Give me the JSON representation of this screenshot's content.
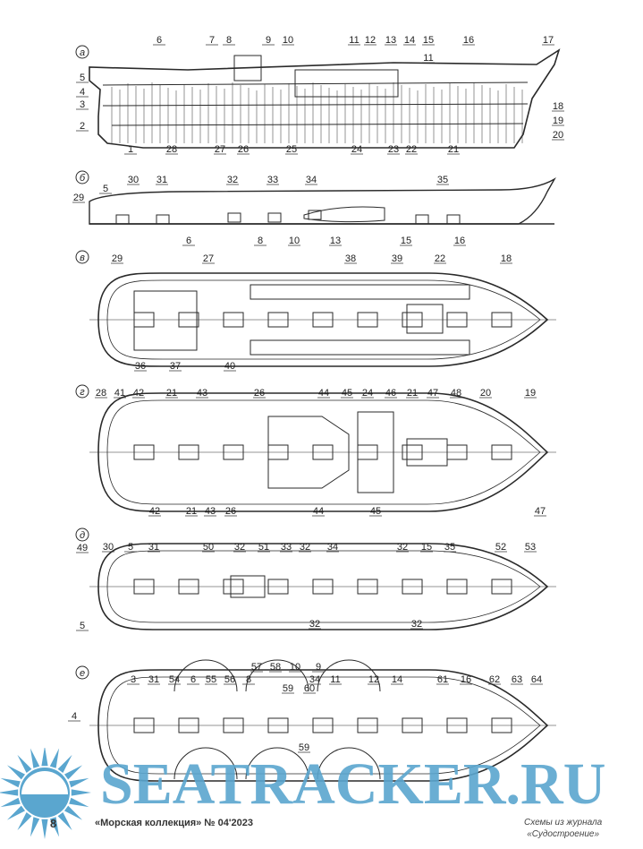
{
  "drawings": [
    {
      "letter": "а",
      "labels": [
        "6",
        "7",
        "8",
        "9",
        "10",
        "11",
        "12",
        "13",
        "14",
        "15",
        "16",
        "17",
        "5",
        "4",
        "3",
        "2",
        "18",
        "19",
        "20",
        "1",
        "28",
        "27",
        "26",
        "25",
        "24",
        "23",
        "22",
        "21",
        "11"
      ]
    },
    {
      "letter": "б",
      "labels": [
        "30",
        "31",
        "32",
        "33",
        "34",
        "35",
        "29",
        "5",
        "6",
        "8",
        "10",
        "13",
        "15",
        "16"
      ]
    },
    {
      "letter": "в",
      "labels": [
        "29",
        "27",
        "38",
        "39",
        "22",
        "18",
        "36",
        "37",
        "40"
      ]
    },
    {
      "letter": "г",
      "labels": [
        "28",
        "41",
        "42",
        "21",
        "43",
        "26",
        "44",
        "45",
        "24",
        "46",
        "21",
        "47",
        "48",
        "20",
        "19",
        "42",
        "21",
        "43",
        "26",
        "44",
        "45",
        "47"
      ]
    },
    {
      "letter": "д",
      "labels": [
        "49",
        "30",
        "5",
        "31",
        "50",
        "32",
        "51",
        "33",
        "32",
        "34",
        "32",
        "15",
        "35",
        "52",
        "53",
        "5",
        "32",
        "32"
      ]
    },
    {
      "letter": "е",
      "labels": [
        "3",
        "31",
        "54",
        "6",
        "55",
        "56",
        "8",
        "57",
        "58",
        "10",
        "34",
        "59",
        "60",
        "9",
        "11",
        "12",
        "14",
        "61",
        "16",
        "62",
        "63",
        "64",
        "4",
        "59"
      ]
    }
  ],
  "footer": {
    "page_number": "8",
    "magazine": "«Морская коллекция» № 04'2023",
    "credit_line1": "Схемы из журнала",
    "credit_line2": "«Судостроение»",
    "watermark": "SEATRACKER.RU"
  },
  "colors": {
    "ink": "#2a2a2a",
    "watermark": "#5aa6cf"
  }
}
